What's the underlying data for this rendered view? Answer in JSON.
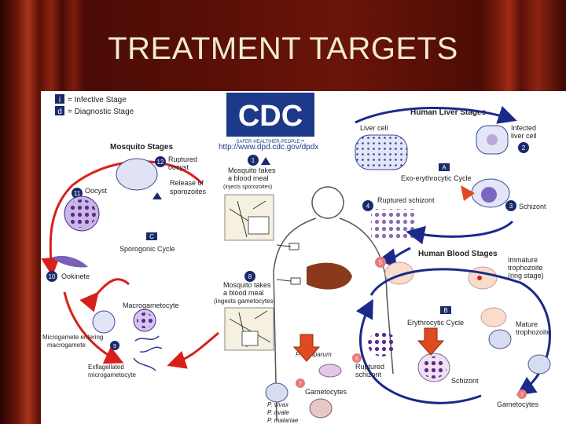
{
  "slide": {
    "title": "TREATMENT TARGETS"
  },
  "legend": {
    "i_badge": "i",
    "i_text": "= Infective Stage",
    "d_badge": "d",
    "d_text": "= Diagnostic Stage"
  },
  "cdc": {
    "logo": "CDC",
    "tagline": "SAFER·HEALTHIER·PEOPLE™",
    "url": "http://www.dpd.cdc.gov/dpdx"
  },
  "mosquito_stages": {
    "title": "Mosquito Stages",
    "ruptured_oocyst_num": "12",
    "ruptured_oocyst": [
      "Ruptured",
      "oocyst"
    ],
    "release": [
      "Release of",
      "sporozoites"
    ],
    "oocyst_num": "11",
    "oocyst": "Oocyst",
    "cycle_badge": "C",
    "cycle": "Sporogonic Cycle",
    "ookinete_num": "10",
    "ookinete": "Ookinete",
    "macro": "Macrogametocyte",
    "micro_num": "9",
    "micro": [
      "Microgamete entering",
      "macrogamete"
    ],
    "exflag": [
      "Exflagellated",
      "microgametocyte"
    ]
  },
  "mosquito_meal_1": {
    "num": "1",
    "lines": [
      "Mosquito takes",
      "a blood meal",
      "(injects sporozoites)"
    ]
  },
  "mosquito_meal_2": {
    "num": "8",
    "lines": [
      "Mosquito takes",
      "a blood meal",
      "(ingests gametocytes)"
    ]
  },
  "liver_stages": {
    "title": "Human Liver Stages",
    "liver_cell": "Liver cell",
    "infected_num": "2",
    "infected": [
      "Infected",
      "liver cell"
    ],
    "cycle_badge": "A",
    "cycle": "Exo-erythrocytic Cycle",
    "ruptured_num": "4",
    "ruptured": "Ruptured schizont",
    "schizont_num": "3",
    "schizont": "Schizont"
  },
  "blood_stages": {
    "title": "Human Blood Stages",
    "num5": "5",
    "immature": [
      "Immature",
      "trophozoite",
      "(ring stage)"
    ],
    "cycle_badge": "B",
    "cycle": "Erythrocytic Cycle",
    "mature": [
      "Mature",
      "trophozoite"
    ],
    "falciparum": "P. falciparum",
    "ruptured_num": "6",
    "ruptured": [
      "Ruptured",
      "schizont"
    ],
    "schizont": "Schizont",
    "gam_num_left": "7",
    "gametocytes_left": "Gametocytes",
    "gam_num_right": "7",
    "gametocytes_right": "Gametocytes",
    "species": [
      "P. vivax",
      "P. ovale",
      "P. malariae"
    ]
  }
}
